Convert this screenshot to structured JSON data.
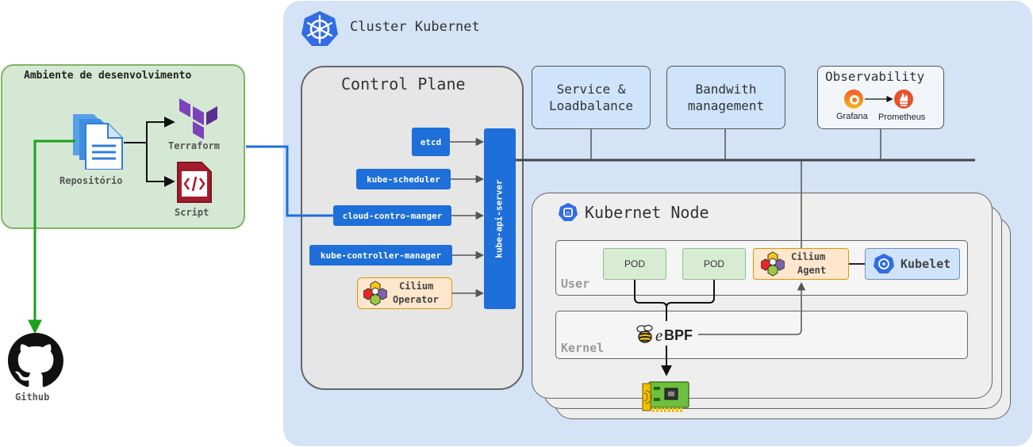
{
  "dev_env": {
    "title": "Ambiente de desenvolvimento",
    "repo_label": "Repositório",
    "terraform_label": "Terraform",
    "script_label": "Script"
  },
  "github": {
    "label": "Github"
  },
  "cluster": {
    "title": "Cluster Kubernet"
  },
  "control_plane": {
    "title": "Control Plane",
    "etcd": "etcd",
    "scheduler": "kube-scheduler",
    "cloud_manager": "cloud-contro-manger",
    "controller_manager": "kube-controller-manager",
    "api_server": "kube-api-server",
    "cilium_operator": [
      "Cilium",
      "Operator"
    ]
  },
  "services": {
    "service_lb": [
      "Service &",
      "Loadbalance"
    ],
    "bandwidth": [
      "Bandwith",
      "management"
    ],
    "observability": {
      "title": "Observability",
      "grafana": "Grafana",
      "prometheus": "Prometheus"
    }
  },
  "node": {
    "title": "Kubernet Node",
    "user_label": "User",
    "kernel_label": "Kernel",
    "pod1": "POD",
    "pod2": "POD",
    "cilium_agent": [
      "Cilium",
      "Agent"
    ],
    "kubelet": "Kubelet",
    "ebpf_prefix": "e",
    "ebpf": "BPF"
  },
  "colors": {
    "accent_blue": "#1e6fd9",
    "cluster_bg": "#d4e3f6",
    "dev_bg": "#d5e8d4",
    "github_arrow": "#1aa11a"
  }
}
